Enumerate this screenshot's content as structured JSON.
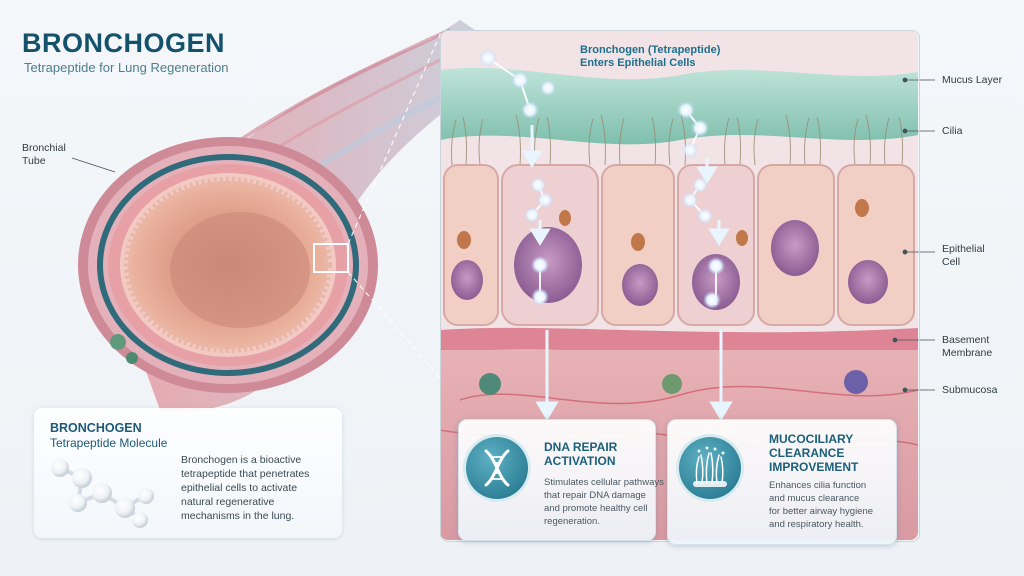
{
  "header": {
    "title": "BRONCHOGEN",
    "subtitle": "Tetrapeptide for Lung Regeneration"
  },
  "callouts": {
    "bronchial_tube_line1": "Bronchial",
    "bronchial_tube_line2": "Tube"
  },
  "molecule_card": {
    "title": "BRONCHOGEN",
    "subtitle": "Tetrapeptide Molecule",
    "description": "Bronchogen is a bioactive tetrapeptide that penetrates epithelial cells to activate natural regenerative mechanisms in the lung."
  },
  "inset": {
    "title_line1": "Bronchogen (Tetrapeptide)",
    "title_line2": "Enters Epithelial Cells"
  },
  "layer_labels": {
    "mucus": "Mucus Layer",
    "cilia": "Cilia",
    "epithelial_line1": "Epithelial",
    "epithelial_line2": "Cell",
    "basement_line1": "Basement",
    "basement_line2": "Membrane",
    "submucosa": "Submucosa"
  },
  "cards": {
    "dna": {
      "icon": "dna-icon",
      "title_line1": "DNA REPAIR",
      "title_line2": "ACTIVATION",
      "desc_lines": [
        "Stimulates cellular pathways",
        "that repair DNA damage",
        "and promote healthy cell",
        "regeneration."
      ]
    },
    "mucociliary": {
      "icon": "cilia-icon",
      "title_line1": "MUCOCILIARY",
      "title_line2": "CLEARANCE",
      "title_line3": "IMPROVEMENT",
      "desc_lines": [
        "Enhances cilia function",
        "and mucus clearance",
        "for better airway hygiene",
        "and respiratory health."
      ]
    }
  },
  "colors": {
    "brand": "#13526a",
    "accent": "#1b6f87",
    "tissue": "#e8a6a6",
    "mucus": "#9fd3c4"
  }
}
